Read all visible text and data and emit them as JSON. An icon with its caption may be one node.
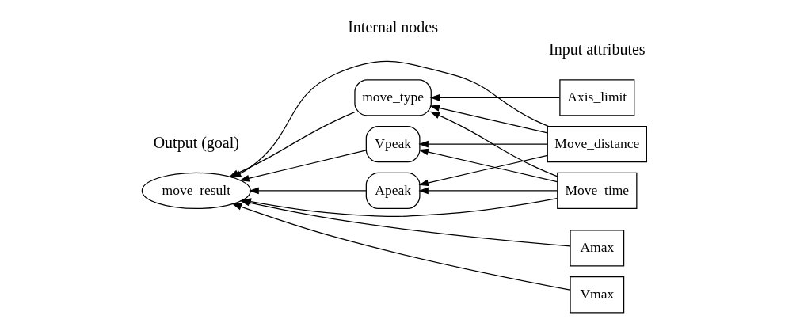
{
  "diagram": {
    "nodes": [
      {
        "text": [
          "move_result"
        ]
      },
      {
        "text": [
          "move_type"
        ]
      },
      {
        "text": [
          "Apeak"
        ]
      },
      {
        "text": [
          "Vpeak"
        ]
      },
      {
        "text": [
          "Amax"
        ]
      },
      {
        "text": [
          "Vmax"
        ]
      },
      {
        "text": [
          "Axis_limit"
        ]
      },
      {
        "text": [
          "Move_distance"
        ]
      },
      {
        "text": [
          "Move_time"
        ]
      }
    ],
    "edges": [
      {
        "from": 4,
        "to": 0,
        "arrow": "to"
      },
      {
        "from": 5,
        "to": 0,
        "arrow": "to"
      },
      {
        "from": 1,
        "to": 0,
        "arrow": "to"
      },
      {
        "from": 7,
        "to": 0,
        "arrow": "to"
      },
      {
        "from": 8,
        "to": 0,
        "arrow": "to"
      },
      {
        "from": 2,
        "to": 0,
        "arrow": "to"
      },
      {
        "from": 3,
        "to": 0,
        "arrow": "to"
      },
      {
        "from": 6,
        "to": 1,
        "arrow": "to"
      },
      {
        "from": 7,
        "to": 1,
        "arrow": "to"
      },
      {
        "from": 8,
        "to": 1,
        "arrow": "to"
      },
      {
        "from": 7,
        "to": 2,
        "arrow": "to"
      },
      {
        "from": 8,
        "to": 2,
        "arrow": "to"
      },
      {
        "from": 7,
        "to": 3,
        "arrow": "to"
      },
      {
        "from": 8,
        "to": 3,
        "arrow": "to"
      }
    ],
    "labels": [
      "Output (goal)",
      "Internal nodes",
      "Input attributes"
    ]
  }
}
